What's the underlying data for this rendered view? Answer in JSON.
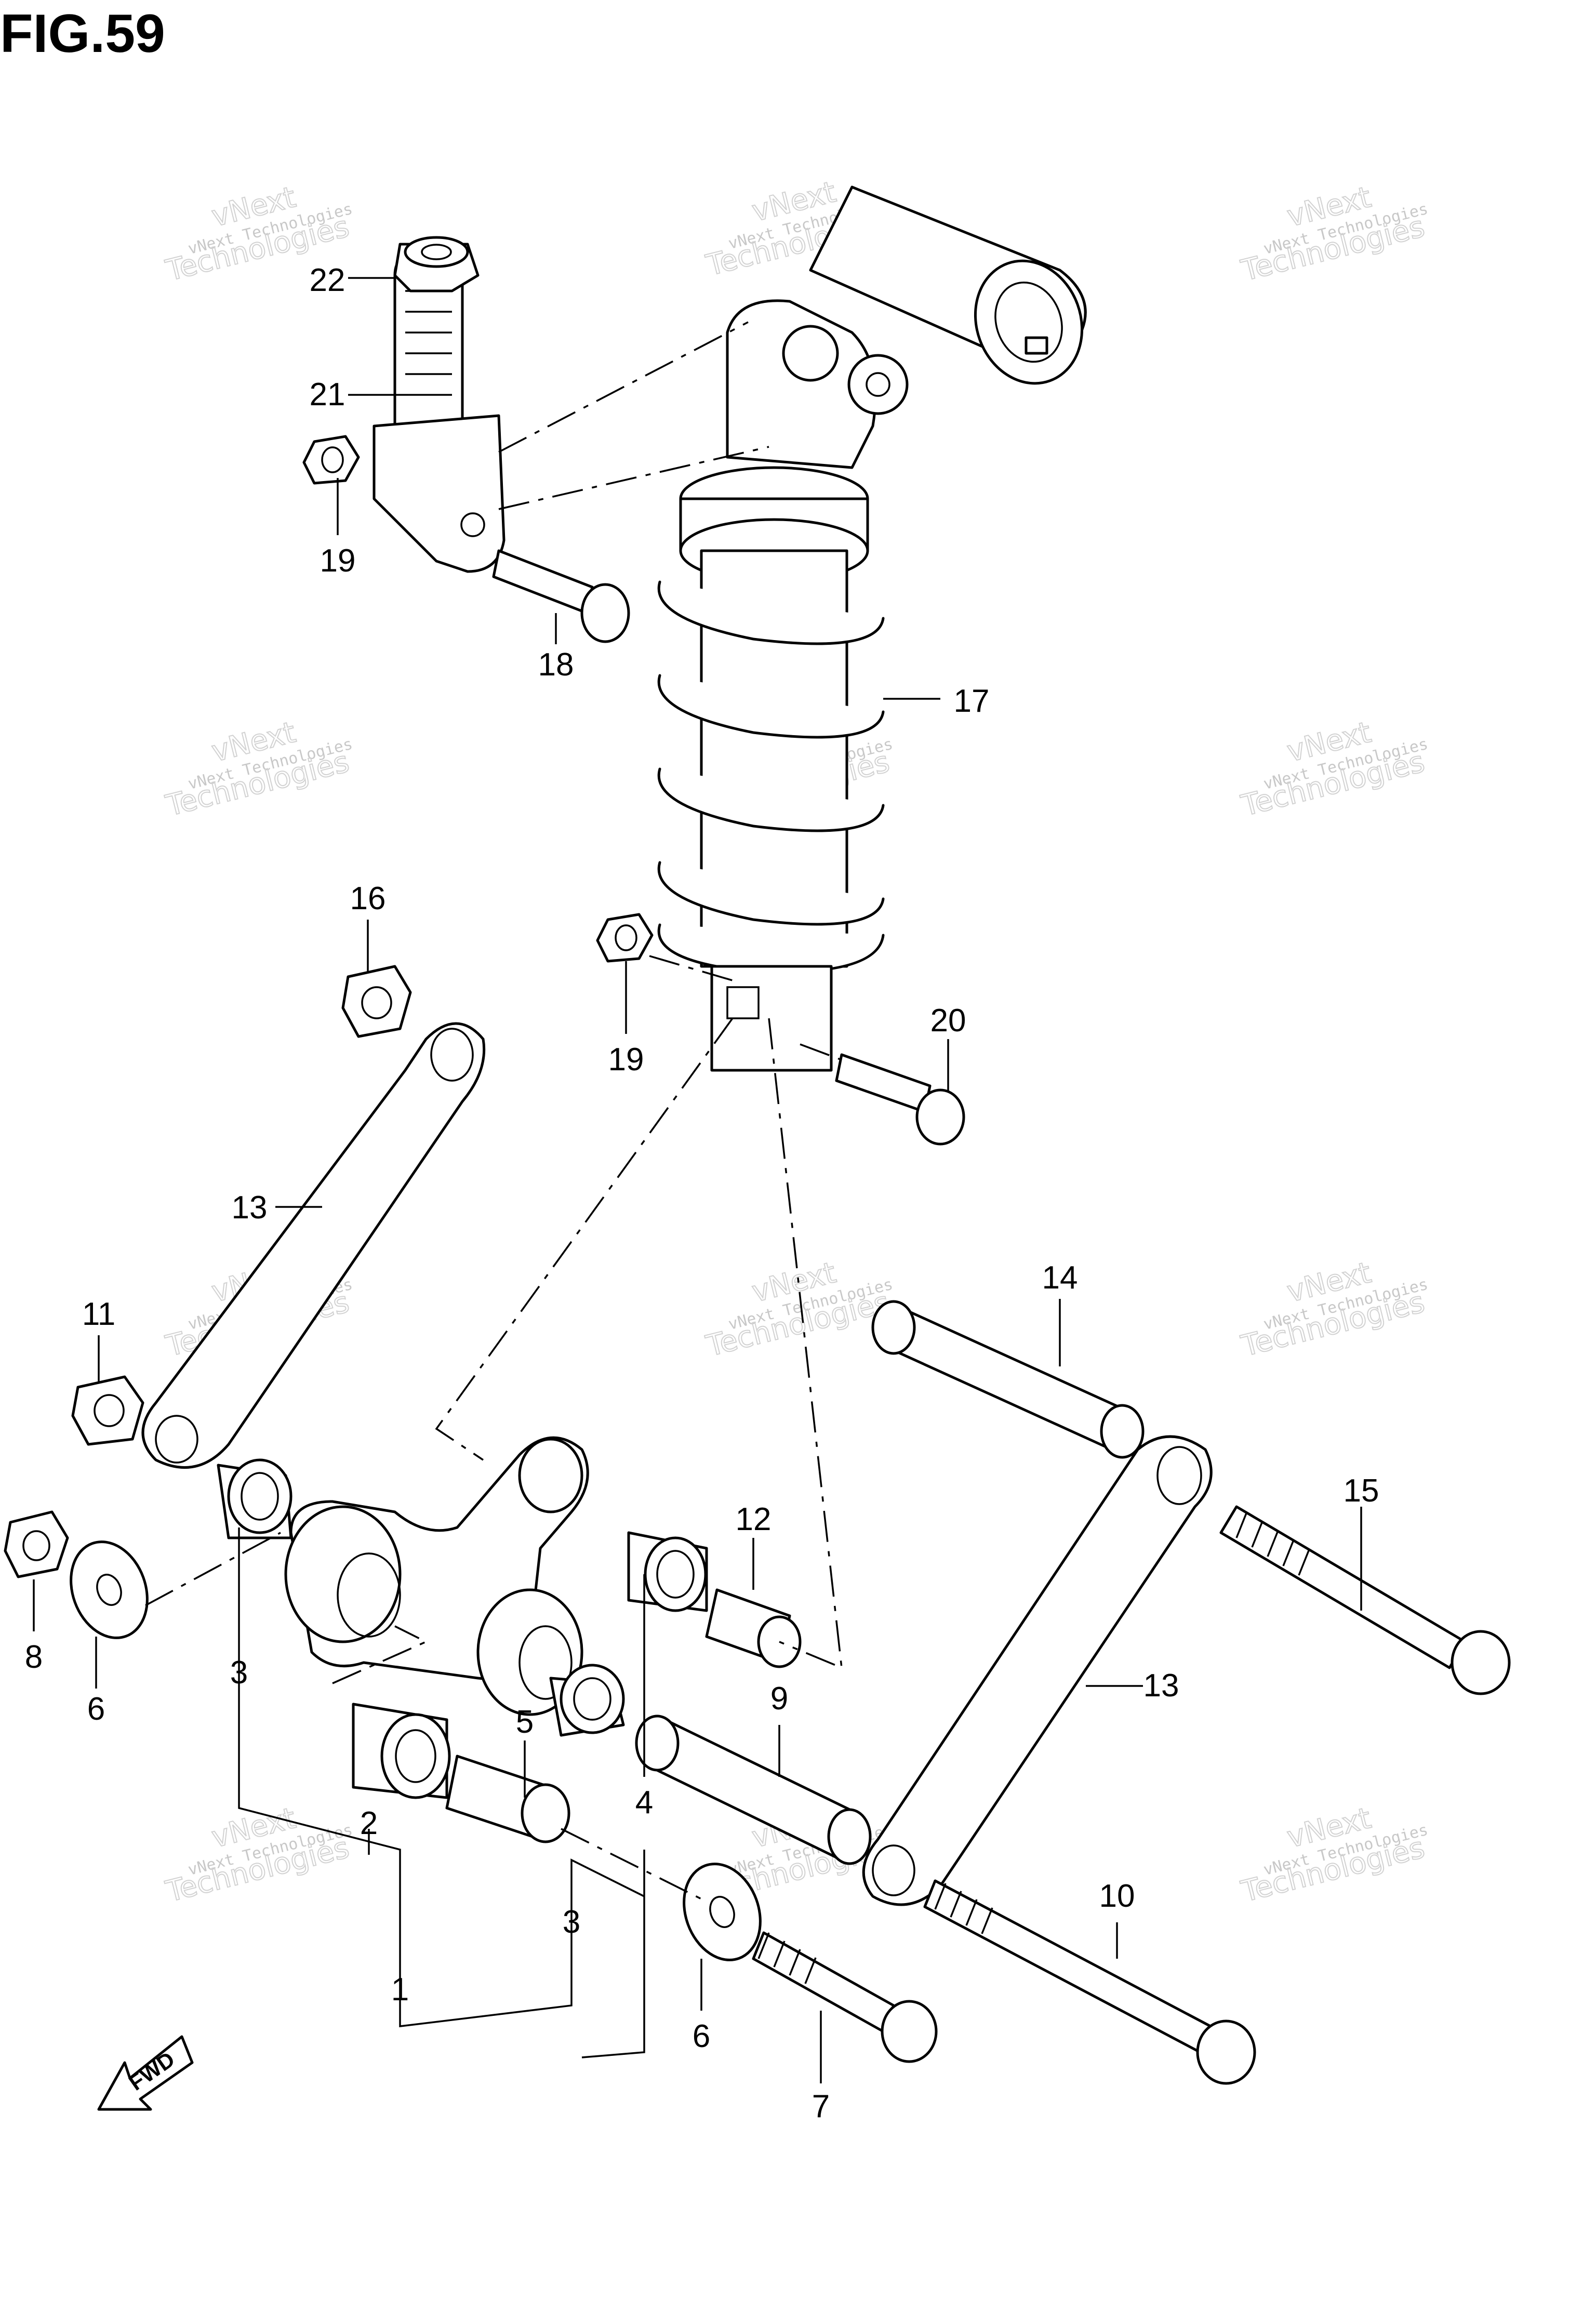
{
  "figure": {
    "title": "FIG.59"
  },
  "watermark": {
    "line1": "vNext",
    "line2": "vNext Technologies",
    "line3": "Technologies"
  },
  "direction_arrow": {
    "label": "FWD"
  },
  "callouts": [
    {
      "id": "c22",
      "text": "22"
    },
    {
      "id": "c21",
      "text": "21"
    },
    {
      "id": "c19a",
      "text": "19"
    },
    {
      "id": "c18",
      "text": "18"
    },
    {
      "id": "c17",
      "text": "17"
    },
    {
      "id": "c16",
      "text": "16"
    },
    {
      "id": "c19b",
      "text": "19"
    },
    {
      "id": "c20",
      "text": "20"
    },
    {
      "id": "c13a",
      "text": "13"
    },
    {
      "id": "c11",
      "text": "11"
    },
    {
      "id": "c14",
      "text": "14"
    },
    {
      "id": "c15",
      "text": "15"
    },
    {
      "id": "c12",
      "text": "12"
    },
    {
      "id": "c8",
      "text": "8"
    },
    {
      "id": "c6a",
      "text": "6"
    },
    {
      "id": "c3a",
      "text": "3"
    },
    {
      "id": "c13b",
      "text": "13"
    },
    {
      "id": "c9",
      "text": "9"
    },
    {
      "id": "c5",
      "text": "5"
    },
    {
      "id": "c4",
      "text": "4"
    },
    {
      "id": "c2",
      "text": "2"
    },
    {
      "id": "c3b",
      "text": "3"
    },
    {
      "id": "c10",
      "text": "10"
    },
    {
      "id": "c1",
      "text": "1"
    },
    {
      "id": "c6b",
      "text": "6"
    },
    {
      "id": "c7",
      "text": "7"
    }
  ]
}
